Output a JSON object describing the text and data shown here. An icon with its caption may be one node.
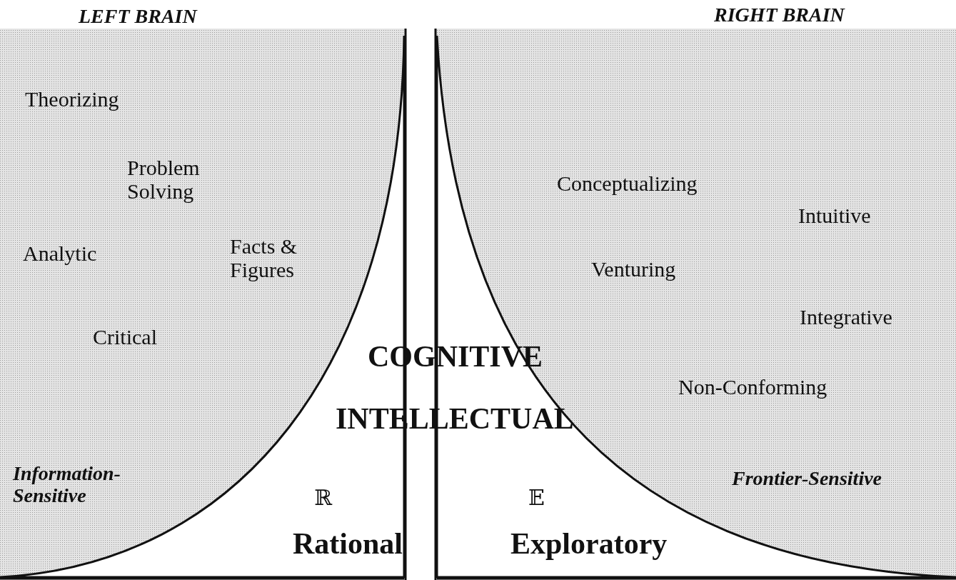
{
  "diagram": {
    "labels": [
      "LEFT BRAIN",
      "RIGHT BRAIN",
      "Theorizing",
      "Problem Solving",
      "Conceptualizing",
      "Intuitive",
      "Analytic",
      "Facts & Figures",
      "Venturing",
      "Integrative",
      "Critical",
      "COGNITIVE",
      "Non-Conforming",
      "INTELLECTUAL",
      "Information-Sensitive",
      "Frontier-Sensitive",
      "ℝ",
      "𝔼",
      "Rational",
      "Exploratory"
    ]
  }
}
